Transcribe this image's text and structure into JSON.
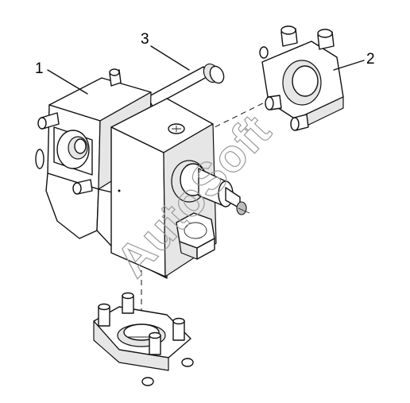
{
  "callouts": [
    {
      "id": "1",
      "label": "1"
    },
    {
      "id": "2",
      "label": "2"
    },
    {
      "id": "3",
      "label": "3"
    }
  ],
  "watermark": "AutoSoft",
  "colors": {
    "line": "#111111",
    "watermark": "#9a9a9a",
    "background": "#ffffff"
  }
}
